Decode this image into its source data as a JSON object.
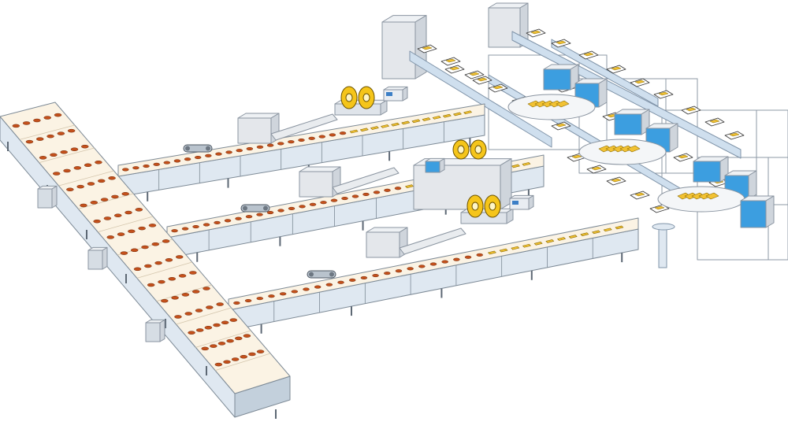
{
  "title": "",
  "colors": {
    "belt": "#fbf3e4",
    "belt_edge": "#7d8a96",
    "frame": "#dfe8f1",
    "frame_dark": "#c3d0dc",
    "machine": "#e4e7eb",
    "machine_edge": "#8a94a0",
    "product_raw": "#c4501b",
    "product_done": "#f2c233",
    "roll": "#f5c51a",
    "packer_blue": "#3c9ee0",
    "enclosure_line": "#8e99a6"
  },
  "components": {
    "infeed_conveyor": "infeed-conveyor",
    "lanes": [
      "lane-1",
      "lane-2",
      "lane-3"
    ],
    "wrapper_rolls": [
      "film-roll-icon",
      "film-roll-icon",
      "film-roll-icon"
    ],
    "packers": [
      "packing-station-1",
      "packing-station-2",
      "packing-station-3"
    ]
  }
}
